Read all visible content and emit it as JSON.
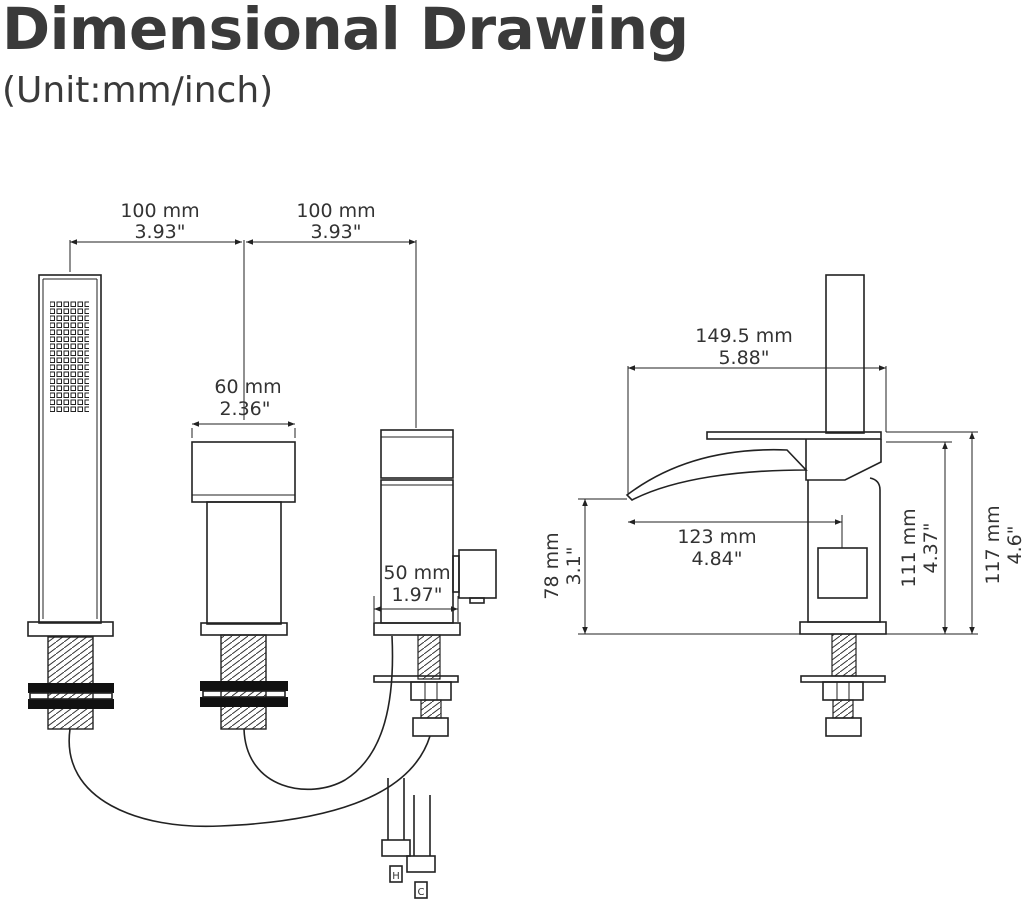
{
  "header": {
    "title": "Dimensional Drawing",
    "subtitle": "(Unit:mm/inch)"
  },
  "dims": {
    "spacing_left_mm": "100 mm",
    "spacing_left_in": "3.93\"",
    "spacing_right_mm": "100 mm",
    "spacing_right_in": "3.93\"",
    "handle_width_mm": "60 mm",
    "handle_width_in": "2.36\"",
    "diverter_mm": "50 mm",
    "diverter_in": "1.97\"",
    "spout_length_mm": "149.5 mm",
    "spout_length_in": "5.88\"",
    "spout_reach_mm": "123 mm",
    "spout_reach_in": "4.84\"",
    "spout_height_mm": "78 mm",
    "spout_height_in": "3.1\"",
    "body_height_mm": "111 mm",
    "body_height_in": "4.37\"",
    "total_height_mm": "117 mm",
    "total_height_in": "4.6\""
  },
  "labels": {
    "hot": "H",
    "cold": "C"
  }
}
